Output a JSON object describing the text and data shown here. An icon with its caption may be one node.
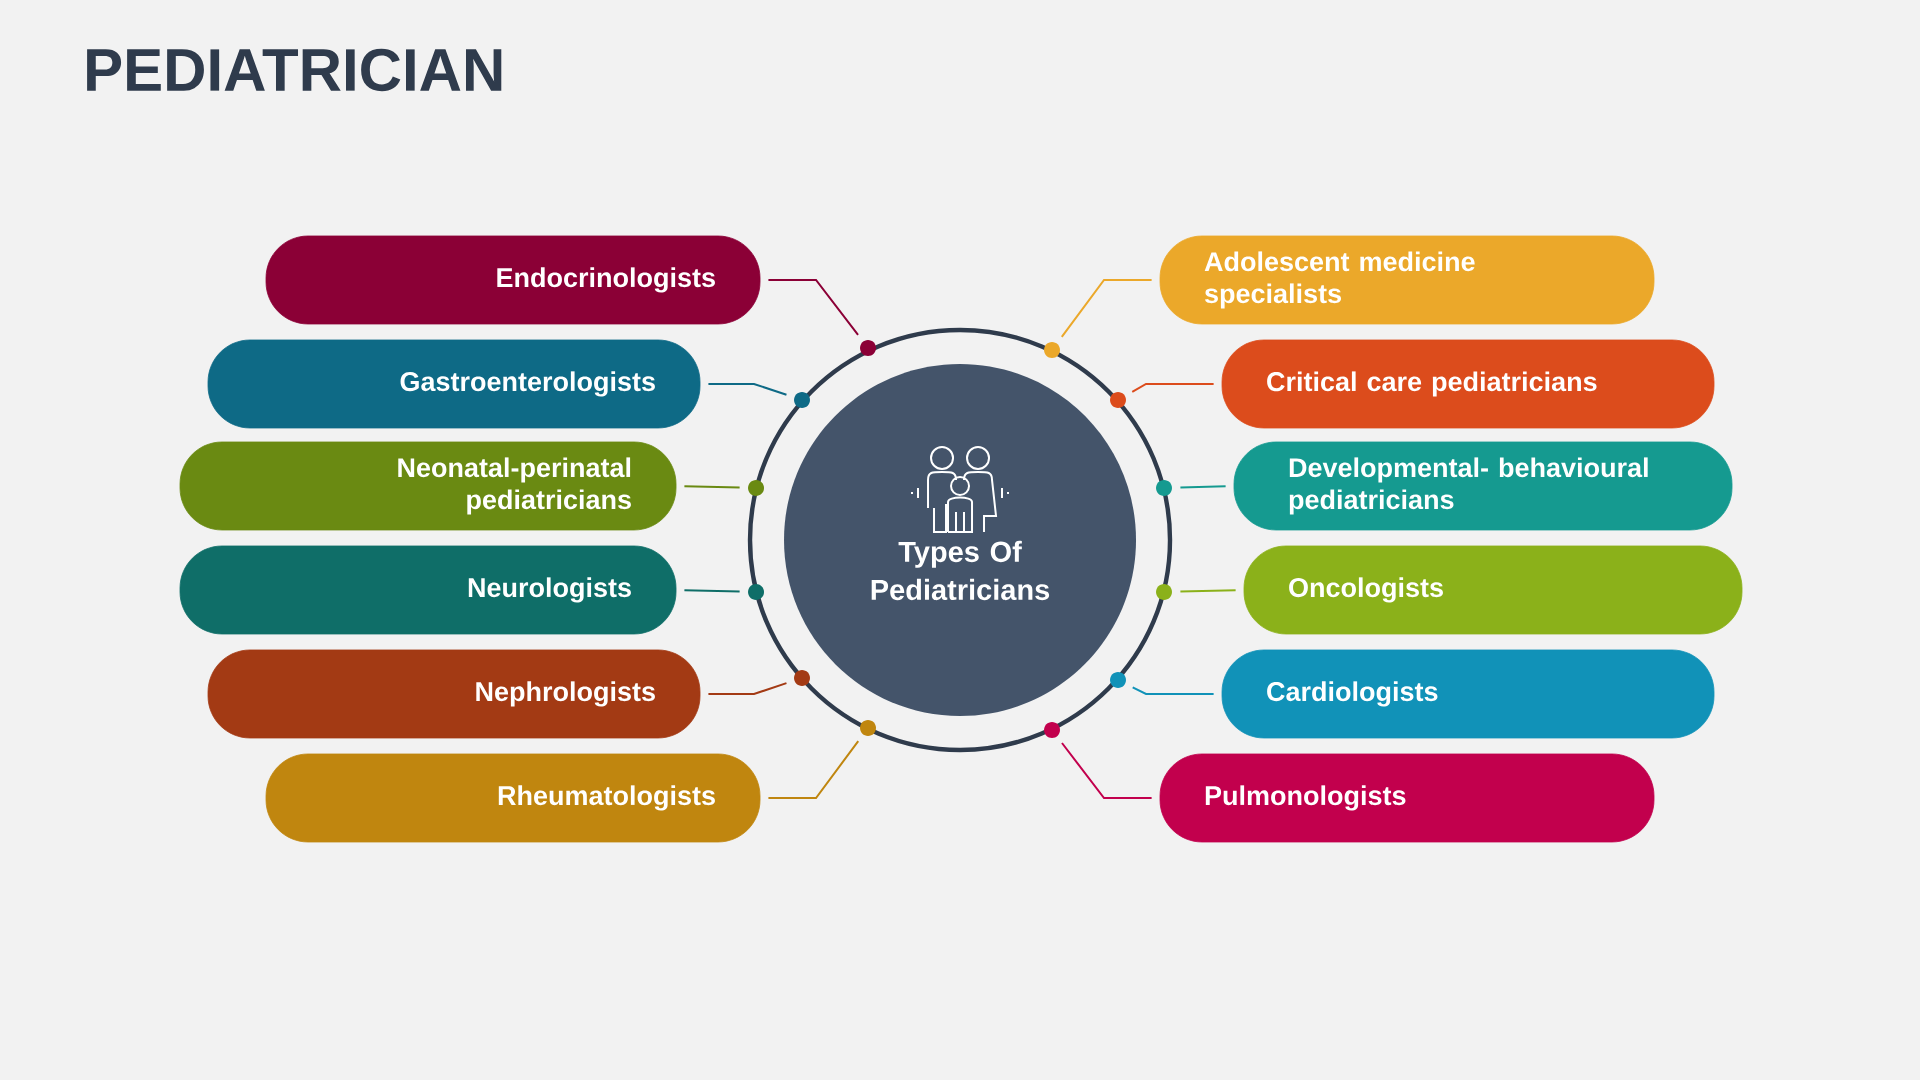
{
  "diagram": {
    "title": "PEDIATRICIAN",
    "nodes": [
      {
        "text": [
          "Types Of Pediatricians"
        ]
      },
      {
        "text": [
          "Endocrinologists"
        ]
      },
      {
        "text": [
          "Gastroenterologists"
        ]
      },
      {
        "text": [
          "Neonatal-perinatal pediatricians"
        ]
      },
      {
        "text": [
          "Neurologists"
        ]
      },
      {
        "text": [
          "Nephrologists"
        ]
      },
      {
        "text": [
          "Rheumatologists"
        ]
      },
      {
        "text": [
          "Adolescent medicine specialists"
        ]
      },
      {
        "text": [
          "Critical care pediatricians"
        ]
      },
      {
        "text": [
          "Developmental- behavioural pediatricians"
        ]
      },
      {
        "text": [
          "Oncologists"
        ]
      },
      {
        "text": [
          "Cardiologists"
        ]
      },
      {
        "text": [
          "Pulmonologists"
        ]
      },
      {
        "text": [],
        "shape": "circle"
      },
      {
        "text": [],
        "shape": "circle"
      },
      {
        "text": [],
        "shape": "circle"
      },
      {
        "text": [],
        "shape": "circle"
      },
      {
        "text": [],
        "shape": "circle"
      },
      {
        "text": [],
        "shape": "circle"
      },
      {
        "text": [],
        "shape": "circle"
      },
      {
        "text": [],
        "shape": "circle"
      },
      {
        "text": [],
        "shape": "circle"
      },
      {
        "text": [],
        "shape": "circle"
      },
      {
        "text": [],
        "shape": "circle"
      },
      {
        "text": [],
        "shape": "circle"
      }
    ],
    "edges": [
      {
        "from": 1,
        "to": 13,
        "arrow": "none",
        "color": "#8b0036"
      },
      {
        "from": 2,
        "to": 14,
        "arrow": "none",
        "color": "#0e6a86"
      },
      {
        "from": 3,
        "to": 15,
        "arrow": "none",
        "color": "#6a8a12"
      },
      {
        "from": 4,
        "to": 16,
        "arrow": "none",
        "color": "#0f6e68"
      },
      {
        "from": 5,
        "to": 17,
        "arrow": "none",
        "color": "#a33a14"
      },
      {
        "from": 6,
        "to": 18,
        "arrow": "none",
        "color": "#c0860f"
      },
      {
        "from": 7,
        "to": 19,
        "arrow": "none",
        "color": "#eba82a"
      },
      {
        "from": 8,
        "to": 20,
        "arrow": "none",
        "color": "#dc4c1c"
      },
      {
        "from": 9,
        "to": 21,
        "arrow": "none",
        "color": "#159a90"
      },
      {
        "from": 10,
        "to": 22,
        "arrow": "none",
        "color": "#8bb11a"
      },
      {
        "from": 11,
        "to": 23,
        "arrow": "none",
        "color": "#1192b8"
      },
      {
        "from": 12,
        "to": 24,
        "arrow": "none",
        "color": "#c2004d"
      }
    ]
  }
}
